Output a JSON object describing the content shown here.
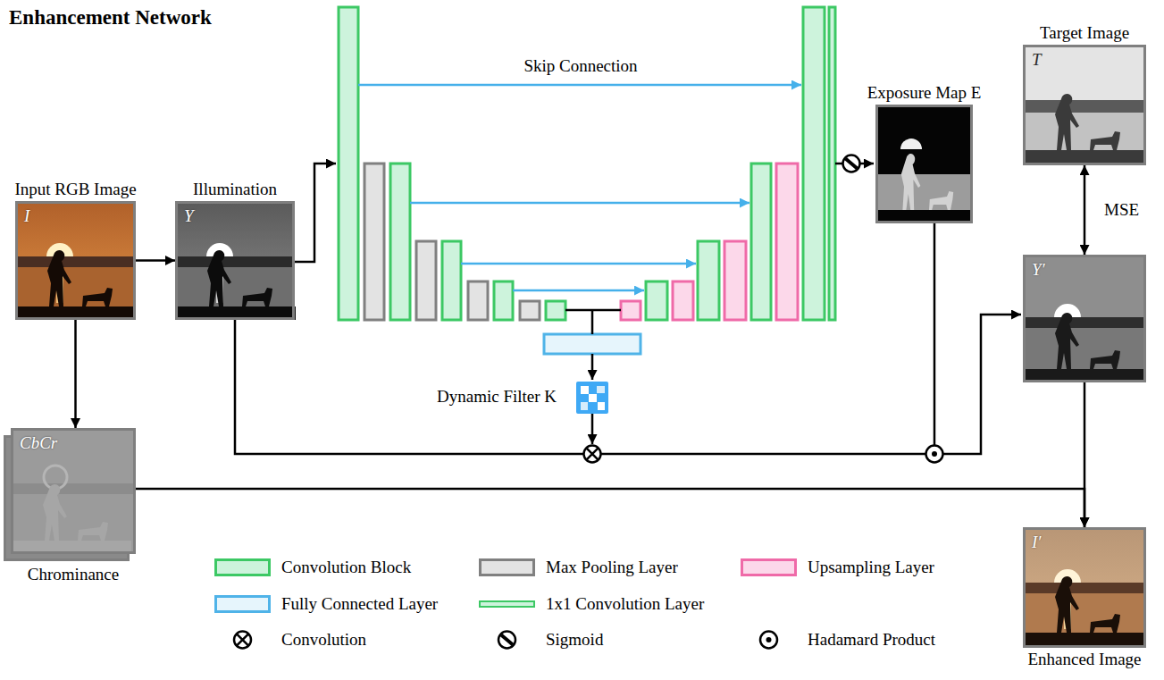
{
  "diagram": {
    "title": "Enhancement Network",
    "nodes": [
      {
        "text": [
          "Input RGB Image",
          "I"
        ]
      },
      {
        "text": [
          "Illumination",
          "Y"
        ]
      },
      {
        "text": [
          "CbCr",
          "Chrominance"
        ]
      },
      {
        "text": [
          "Dynamic Filter K"
        ]
      },
      {
        "text": [
          "Exposure Map E"
        ]
      },
      {
        "text": [
          "Target Image",
          "T"
        ]
      },
      {
        "text": [
          "Y′"
        ]
      },
      {
        "text": [
          "I′",
          "Enhanced Image"
        ]
      }
    ],
    "edges": [
      {
        "from": 0,
        "to": 1,
        "arrow": "to"
      },
      {
        "from": 0,
        "to": 2,
        "arrow": "to"
      },
      {
        "from": 5,
        "to": 6,
        "label": "MSE",
        "arrow": "both"
      },
      {
        "from": 6,
        "to": 7,
        "arrow": "to"
      },
      {
        "from": 2,
        "to": 7,
        "arrow": "to"
      }
    ],
    "labels": [
      "Skip Connection"
    ],
    "legend": [
      {
        "text": "Convolution Block",
        "color": "#cdf3dc"
      },
      {
        "text": "Max Pooling Layer",
        "color": "#e3e3e3"
      },
      {
        "text": "Upsampling Layer",
        "color": "#fcd8ea"
      },
      {
        "text": "Fully Connected Layer",
        "color": "#e6f5fc"
      },
      {
        "text": "1x1 Convolution Layer",
        "color": "#cdf3dc"
      },
      {
        "text": "Convolution"
      },
      {
        "text": "Sigmoid"
      },
      {
        "text": "Hadamard Product"
      }
    ]
  }
}
